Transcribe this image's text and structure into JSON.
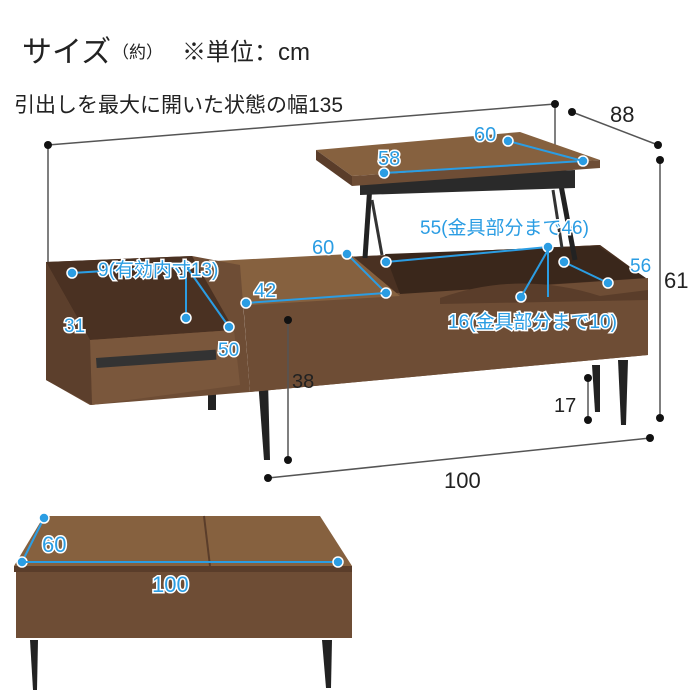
{
  "title": {
    "main": "サイズ",
    "approx": "（約）",
    "unit": "※単位：cm"
  },
  "note": "引出しを最大に開いた状態の幅135",
  "colors": {
    "wood": "#6e4d35",
    "wood_top": "#86613f",
    "label_blue": "#2b9de3",
    "leg": "#222222"
  },
  "dimensions": {
    "depth": "88",
    "height": "61",
    "width": "100",
    "lift_top_width": "60",
    "lift_top_depth": "58",
    "fixed_top_width": "60",
    "fixed_top_depth": "42",
    "storage_width": "55(金具部分まで46)",
    "storage_depth": "56",
    "storage_height": "16(金具部分まで10)",
    "drawer_inner_height": "9(有効内寸13)",
    "drawer_width": "31",
    "drawer_depth": "50",
    "body_height": "38",
    "leg_height": "17",
    "closed_depth": "60",
    "closed_width": "100"
  }
}
